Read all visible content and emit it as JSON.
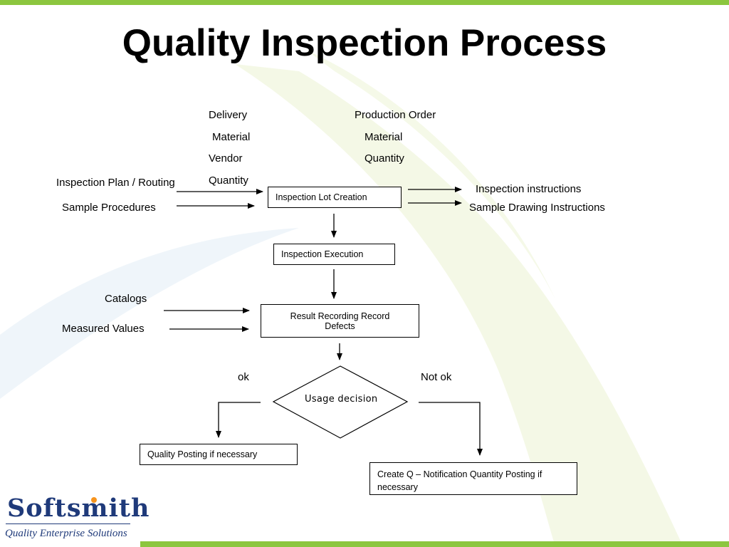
{
  "title": "Quality Inspection Process",
  "colors": {
    "accent": "#8cc63f",
    "brand": "#1f3a7a",
    "swoosh": "#eef5d8"
  },
  "inputs_delivery": {
    "line1": "Delivery",
    "line2": "Material",
    "line3": "Vendor",
    "line4": "Quantity"
  },
  "inputs_production": {
    "line1": "Production Order",
    "line2": "Material",
    "line3": "Quantity"
  },
  "left_inputs": {
    "inspection_plan": "Inspection Plan / Routing",
    "sample_procedures": "Sample Procedures",
    "catalogs": "Catalogs",
    "measured_values": "Measured Values"
  },
  "outputs": {
    "inspection_instructions": "Inspection instructions",
    "sample_drawing": "Sample Drawing Instructions"
  },
  "steps": {
    "lot_creation": "Inspection Lot Creation",
    "execution": "Inspection Execution",
    "result_recording": "Result Recording Record Defects",
    "usage_decision": "Usage decision",
    "quality_posting": "Quality Posting if necessary",
    "notification": "Create Q – Notification Quantity Posting if necessary"
  },
  "branches": {
    "ok": "ok",
    "not_ok": "Not ok"
  },
  "logo": {
    "name": "Softsmith",
    "tagline": "Quality Enterprise Solutions",
    "dot_color": "#f7941d"
  }
}
